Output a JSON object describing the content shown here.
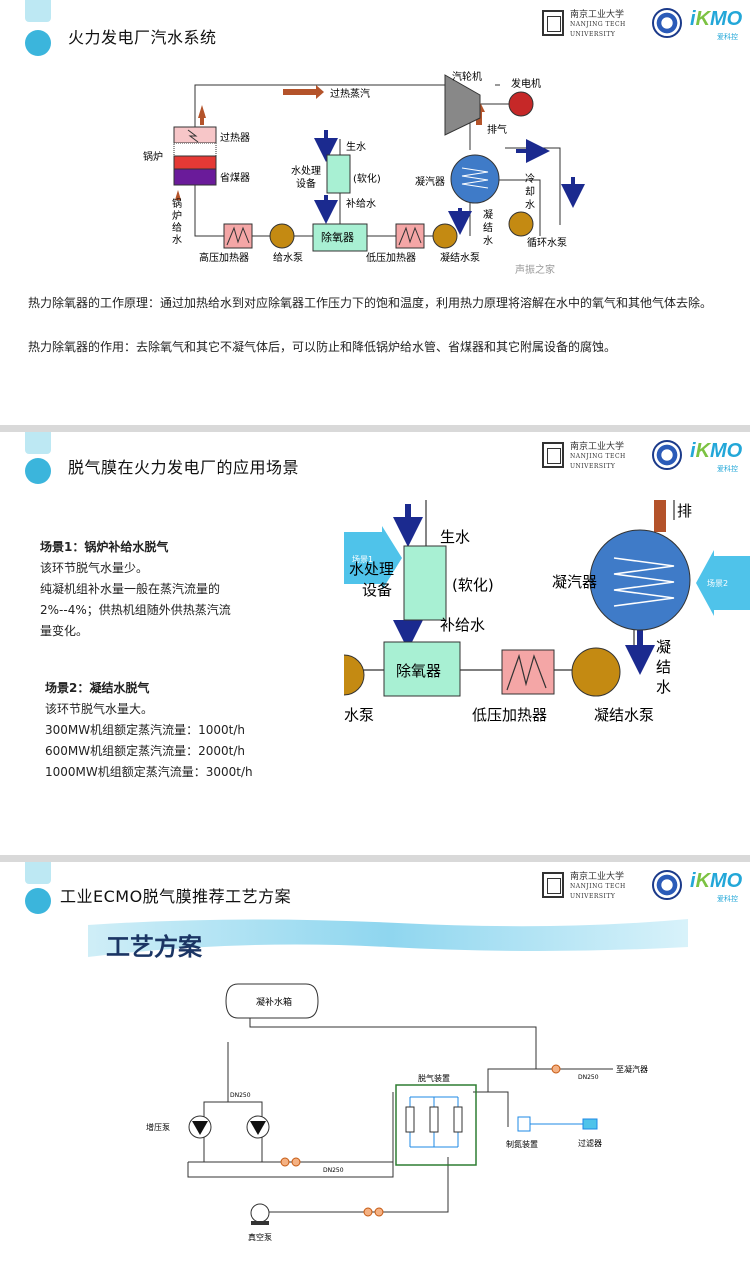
{
  "logos": {
    "univ_cn": "南京工业大学",
    "univ_en1": "NANJING TECH",
    "univ_en2": "UNIVERSITY",
    "ikmo_i": "i",
    "ikmo_k": "K",
    "ikmo_mo": "MO",
    "ikmo_sub": "爱科控"
  },
  "slide1": {
    "title": "火力发电厂汽水系统",
    "diagram": {
      "superheated_steam": "过热蒸汽",
      "turbine": "汽轮机",
      "generator": "发电机",
      "exhaust": "排气",
      "superheater": "过热器",
      "boiler": "锅炉",
      "economizer": "省煤器",
      "boiler_feed": [
        "锅",
        "炉",
        "给",
        "水"
      ],
      "raw_water": "生水",
      "water_treatment": [
        "水处理",
        "设备"
      ],
      "softened": "(软化)",
      "makeup": "补给水",
      "condenser": "凝汽器",
      "cooling_water": [
        "冷",
        "却",
        "水"
      ],
      "condensate": [
        "凝",
        "结",
        "水"
      ],
      "circ_pump": "循环水泵",
      "deaerator": "除氧器",
      "hp_heater": "高压加热器",
      "feed_pump": "给水泵",
      "lp_heater": "低压加热器",
      "cond_pump": "凝结水泵",
      "watermark": "声振之家"
    },
    "para1": "热力除氧器的工作原理：通过加热给水到对应除氧器工作压力下的饱和温度，利用热力原理将溶解在水中的氧气和其他气体去除。",
    "para2": "热力除氧器的作用：去除氧气和其它不凝气体后，可以防止和降低锅炉给水管、省煤器和其它附属设备的腐蚀。"
  },
  "slide2": {
    "title": "脱气膜在火力发电厂的应用场景",
    "scene1_title": "场景1：锅炉补给水脱气",
    "scene1_lines": [
      "该环节脱气水量少。",
      "纯凝机组补水量一般在蒸汽流量的",
      "2%--4%；供热机组随外供热蒸汽流",
      "量变化。"
    ],
    "scene2_title": "场景2：凝结水脱气",
    "scene2_lines": [
      "该环节脱气水量大。",
      "300MW机组额定蒸汽流量：1000t/h",
      "600MW机组额定蒸汽流量：2000t/h",
      "1000MW机组额定蒸汽流量：3000t/h"
    ],
    "diagram": {
      "exhaust": "排",
      "raw_water": "生水",
      "water_treatment": [
        "水处理",
        "设备"
      ],
      "softened": "(软化)",
      "makeup": "补给水",
      "condenser": "凝汽器",
      "condensate": [
        "凝",
        "结",
        "水"
      ],
      "deaerator": "除氧器",
      "lp_heater": "低压加热器",
      "cond_pump": "凝结水泵",
      "pump_left": "水泵",
      "scene1_tag": "场景1",
      "scene2_tag": "场景2"
    }
  },
  "slide3": {
    "title": "工业ECMO脱气膜推荐工艺方案",
    "banner": "工艺方案",
    "diagram": {
      "tank": "凝补水箱",
      "booster_pump": "增压泵",
      "degas_unit": "脱气装置",
      "to_condenser": "至凝汽器",
      "n2_device": "制氮装置",
      "filter": "过滤器",
      "vacuum_pump": "真空泵",
      "dn_a": "DN250",
      "dn_b": "DN250",
      "dn_c": "DN250"
    }
  },
  "colors": {
    "accent": "#3bb5dc",
    "tab": "#bde8f3",
    "deaerator": "#9ff0cf",
    "pump": "#c48a12",
    "condenser": "#3f7bc8",
    "arrow_blue": "#1b2a8f",
    "arrow_red": "#b4532a"
  }
}
